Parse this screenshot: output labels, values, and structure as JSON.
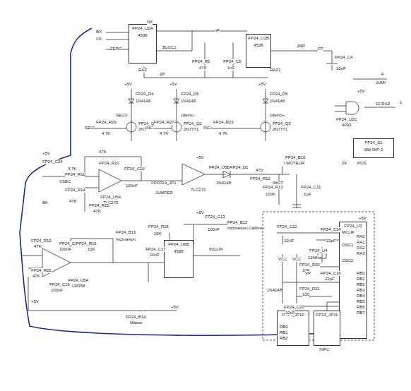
{
  "diagram": {
    "nodes": [
      {
        "text": [
          "FP24_U2A",
          "4538"
        ]
      },
      {
        "text": [
          "FP24_U1B",
          "4538"
        ]
      },
      {
        "text": [
          "FP24_U6B",
          "4538"
        ]
      },
      {
        "text": [
          "FP24_U3"
        ]
      },
      {
        "text": [
          "FP24_JP10"
        ]
      },
      {
        "text": [
          "FP24_JP11"
        ]
      },
      {
        "text": [
          "FP24_S1",
          "SW DIP-2"
        ]
      }
    ],
    "edges": [
      {
        "from": 4,
        "to": 3,
        "arrow": "none"
      },
      {
        "from": 5,
        "to": 3,
        "arrow": "none"
      }
    ],
    "labels": [
      "NX",
      "BX",
      "CK",
      "ZERO",
      "BLOC1",
      "RAZ",
      "ZP",
      "nF",
      "FP24_R5",
      "47K",
      "FP24_C6",
      "1nF",
      "RAZ1",
      "JMP",
      "FP",
      "FP24_C4",
      "10nF",
      "F",
      "JUMI",
      "FP24_U2C",
      "4093",
      "10 RAZ",
      "1",
      "+5V",
      "FP24_D4",
      "1N4148",
      "SECU",
      "SECI",
      "FP24_R29",
      "4.7K",
      "FP24_Q1",
      "2N7771",
      "+5V",
      "FP24_D5",
      "1N4148",
      "cdeinc-",
      "INC-",
      "FP24_R27",
      "4.7K",
      "FP24_Q2",
      "2N7771",
      "+5V",
      "FP24_D6",
      "1N4148",
      "cdeinc+",
      "INC+",
      "FP24_R23",
      "4.7K",
      "FP24_Q3",
      "2N7771",
      "+5V",
      "ZF",
      "POS",
      "+5V",
      "FP24_C24",
      "VSEC",
      "4.7K",
      "FP24_R11",
      "47K",
      "FP24_R10",
      "FP24_C10",
      "100nF",
      "FP24_U5A",
      "TLC272",
      "FP24_R14",
      "47K",
      "BK",
      "FP24_R15",
      "47K",
      "FPFP24_JP1",
      "JUMPER",
      "+5V",
      "FP24_U5B",
      "TLC272",
      "1N4148",
      "FP24_D1",
      "470",
      "FP24_R12",
      "FP24_B10",
      "I MOTEUR",
      "IMOT",
      "FP24_R13",
      "100K",
      "FP24_C11",
      "1uF",
      "+5V",
      "FP24_C13",
      "100nF",
      "FP24_R18",
      "10K",
      "FP24_B12",
      "Inclinaison Calibrée",
      "FP24_B13",
      "Inclinaison",
      "FP24_C17",
      "10nF",
      "INCLIN",
      "FP24_R19",
      "47K",
      "FP24_C15",
      "100nF",
      "FP24_R16",
      "10K",
      "FP24_U6A",
      "LM358",
      "FP24_R22",
      "47K",
      "FP24_C19",
      "100nF",
      "FP24_B14",
      "Masse",
      "+5V",
      "+5V",
      "FP24_C12",
      "10UF",
      "FP24_C14",
      "22pF",
      "FP24_U4",
      "12MHz",
      "FP24_C16",
      "22pF",
      "VCC",
      "VCC",
      "FP24_R20",
      "10K",
      "1N4148",
      "FP24_C20",
      "10uF",
      "FP24_R21",
      "100",
      "+5V",
      "MCLR",
      "OSC1",
      "OSC2",
      "RA0",
      "RA1",
      "RA2",
      "RA3",
      "RB0",
      "RB1",
      "RB2",
      "RB3",
      "RB4",
      "RB5",
      "RB6",
      "RB7",
      "RB0",
      "RB1",
      "RB2",
      "VP",
      "INFC"
    ]
  }
}
